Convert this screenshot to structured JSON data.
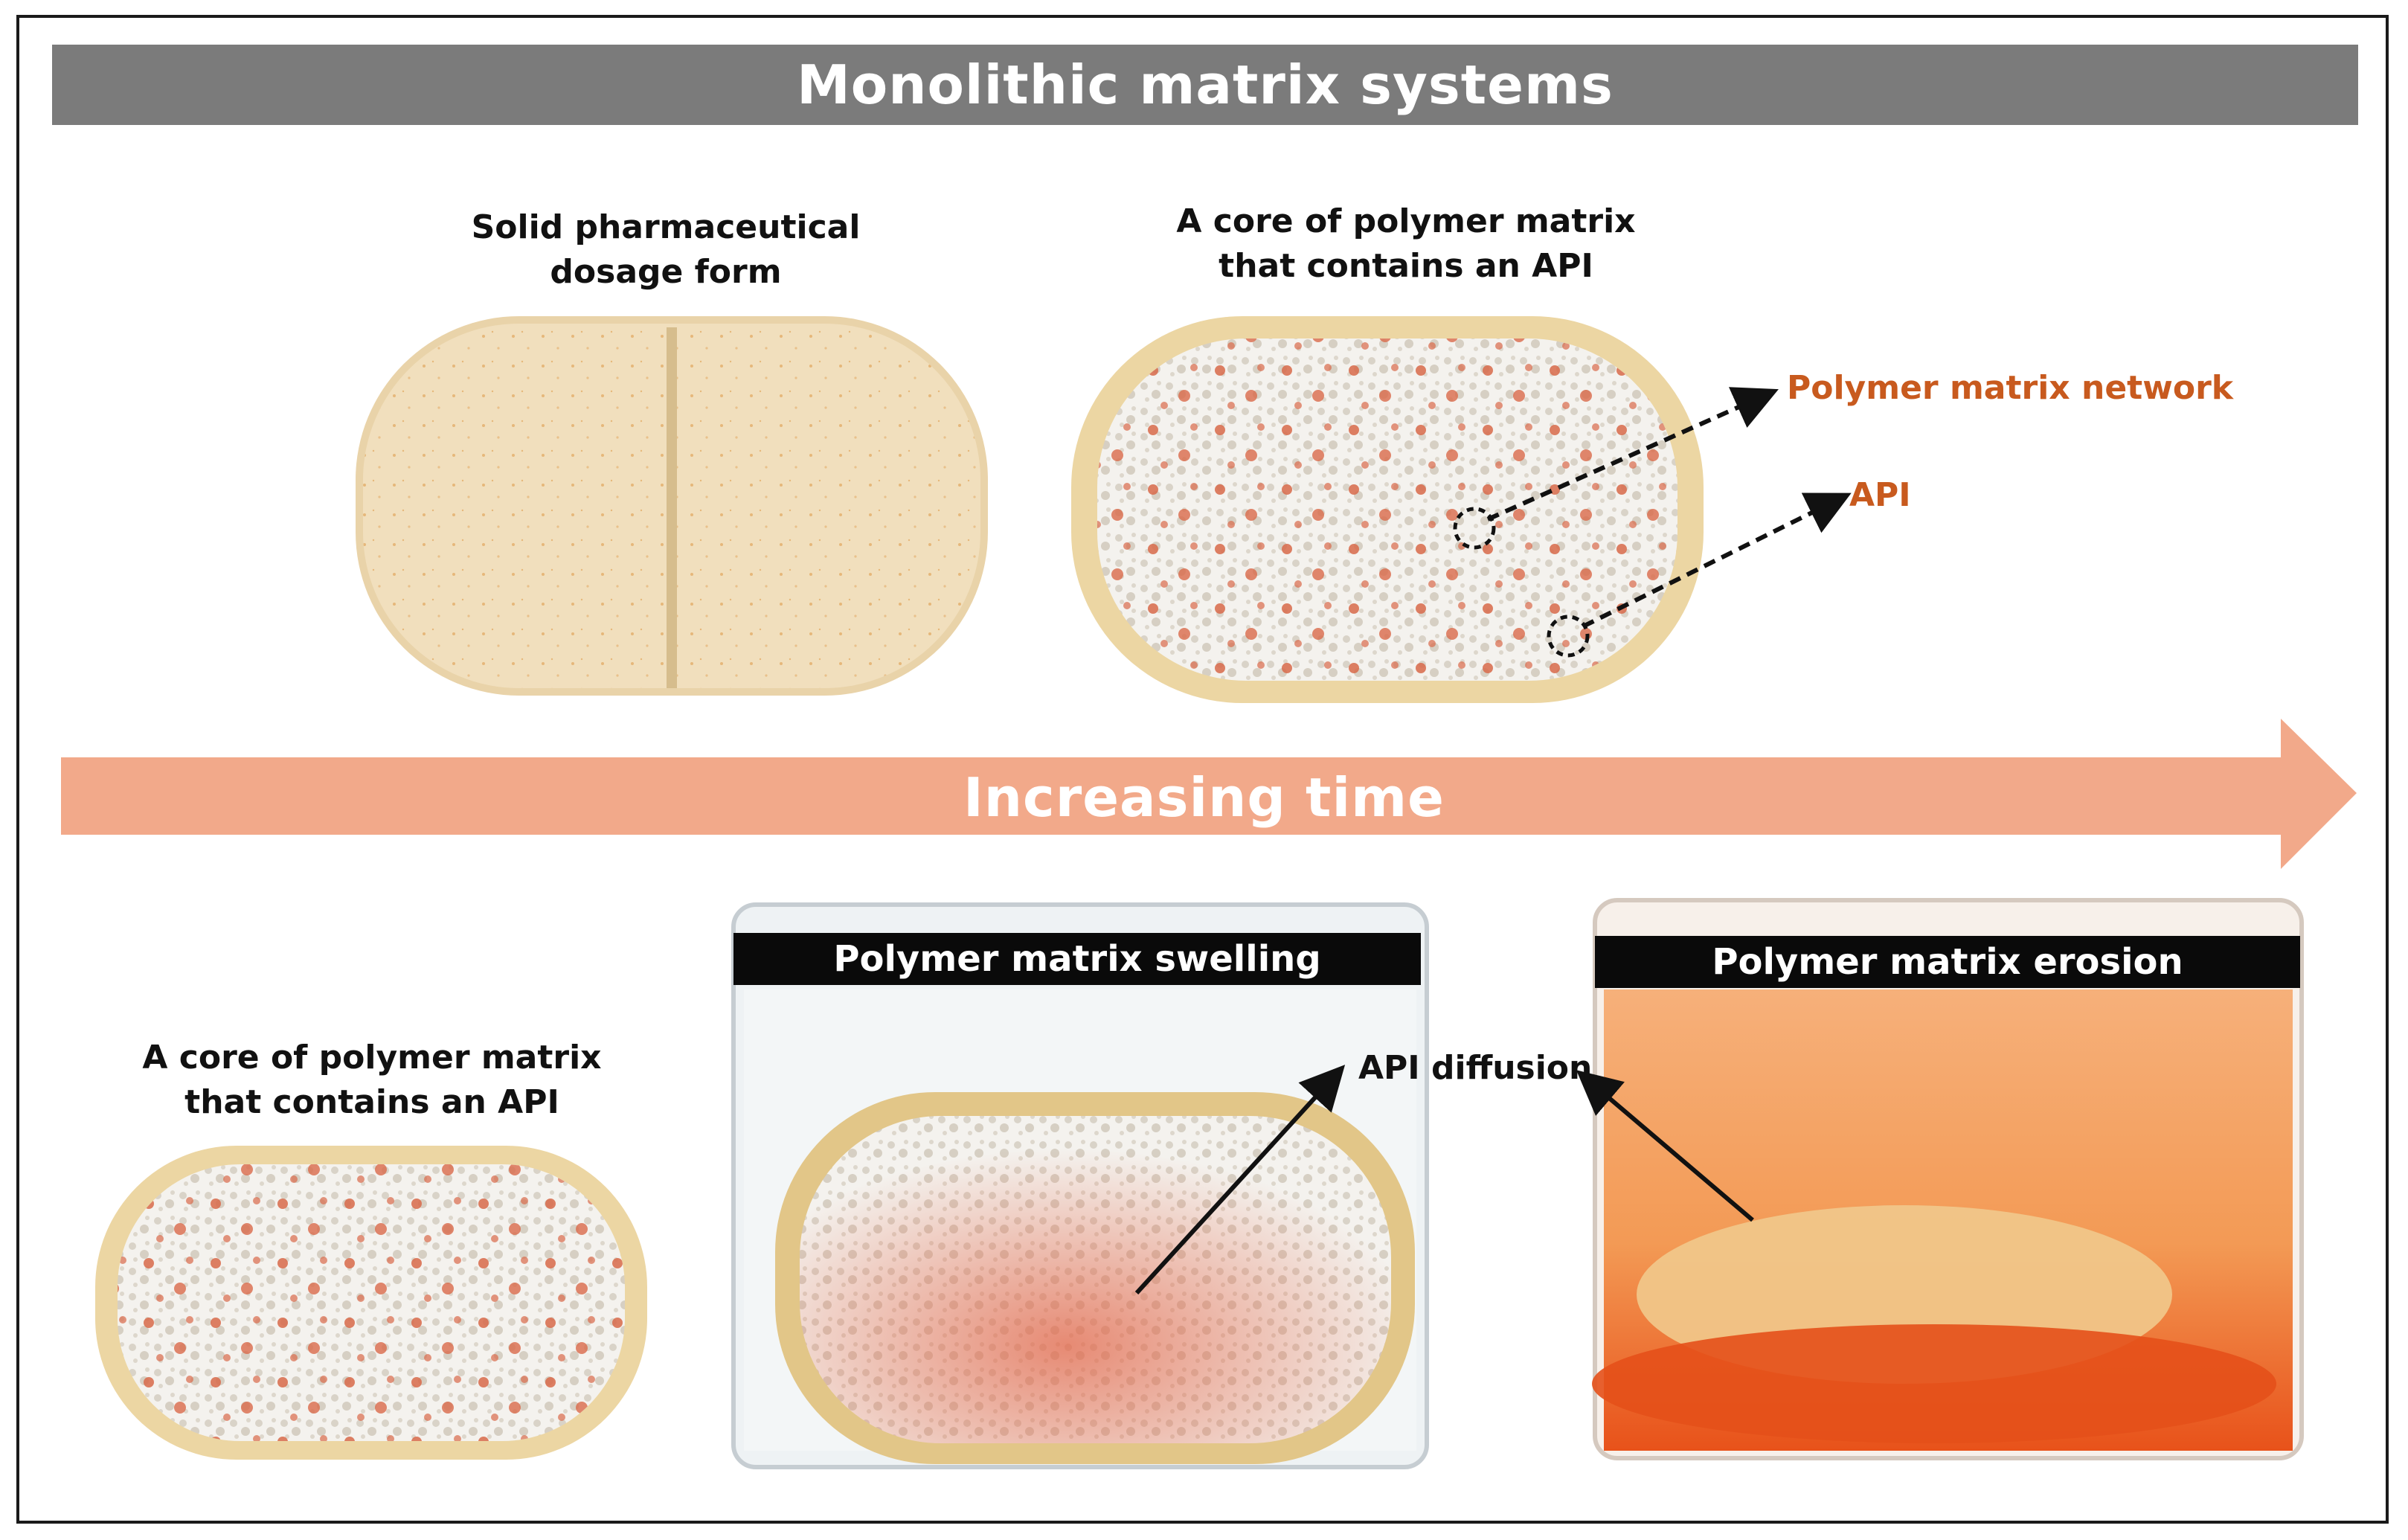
{
  "title": "Monolithic matrix systems",
  "top": {
    "tablet_caption_line1": "Solid pharmaceutical",
    "tablet_caption_line2": "dosage form",
    "core_caption_line1": "A core of polymer matrix",
    "core_caption_line2": "that contains an API",
    "callout_network": "Polymer matrix network",
    "callout_api": "API"
  },
  "timeline": {
    "label": "Increasing time"
  },
  "bottom": {
    "core_caption_line1": "A core of polymer matrix",
    "core_caption_line2": "that contains an API",
    "swelling_title": "Polymer matrix swelling",
    "erosion_title": "Polymer matrix erosion",
    "diffusion_label": "API diffusion"
  },
  "colors": {
    "title_bar": "#7b7b7b",
    "arrow": "#f2a98a",
    "callout": "#c85a1e",
    "tablet": "#f1dfbd",
    "api_dot": "#d96a4a",
    "erosion_liquid": "#f07a2e"
  }
}
